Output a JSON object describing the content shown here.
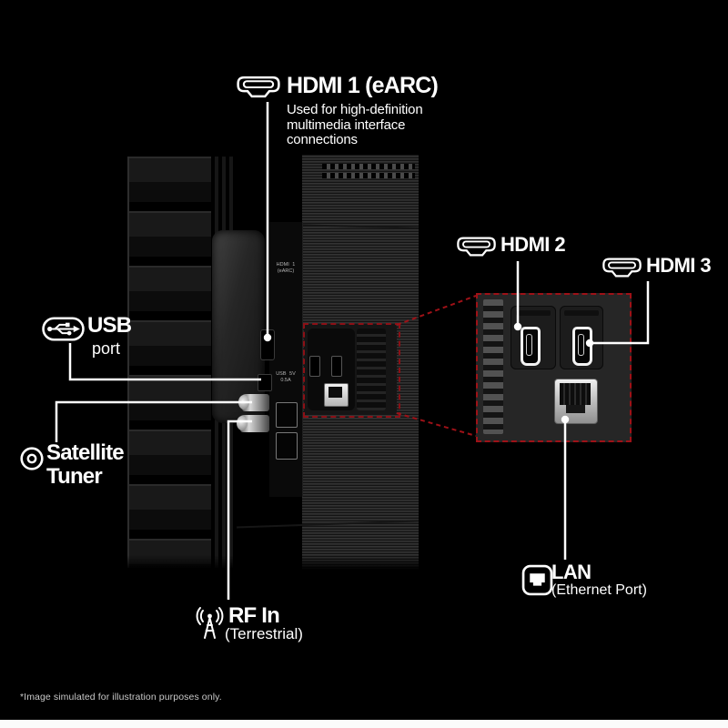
{
  "image": {
    "disclaimer": "*Image simulated for illustration purposes only."
  },
  "colors": {
    "background": "#000000",
    "accent_red": "#9e1117",
    "connector_line": "#ffffff",
    "text": "#ffffff",
    "zoom_panel_gray": "#262626",
    "lan_metal": "#c9c9c9"
  },
  "callouts": {
    "hdmi1": {
      "title": "HDMI 1 (eARC)",
      "desc": [
        "Used for high-definition",
        "multimedia interface",
        "connections"
      ],
      "icon": "hdmi-connector-icon"
    },
    "hdmi2": {
      "title": "HDMI 2",
      "icon": "hdmi-connector-icon"
    },
    "hdmi3": {
      "title": "HDMI 3",
      "icon": "hdmi-connector-icon"
    },
    "usb": {
      "title": "USB",
      "subtitle": "port",
      "icon": "usb-icon"
    },
    "satellite": {
      "line1": "Satellite",
      "line2": "Tuner",
      "icon": "satellite-tuner-icon"
    },
    "rf": {
      "title": "RF In",
      "subtitle": "(Terrestrial)",
      "icon": "rf-antenna-icon"
    },
    "lan": {
      "title": "LAN",
      "subtitle": "(Ethernet Port)",
      "icon": "lan-ethernet-icon"
    }
  },
  "tv_panel": {
    "micro_labels": [
      "HDMI 1 (eARC)",
      "USB 5V 0.5A"
    ]
  }
}
